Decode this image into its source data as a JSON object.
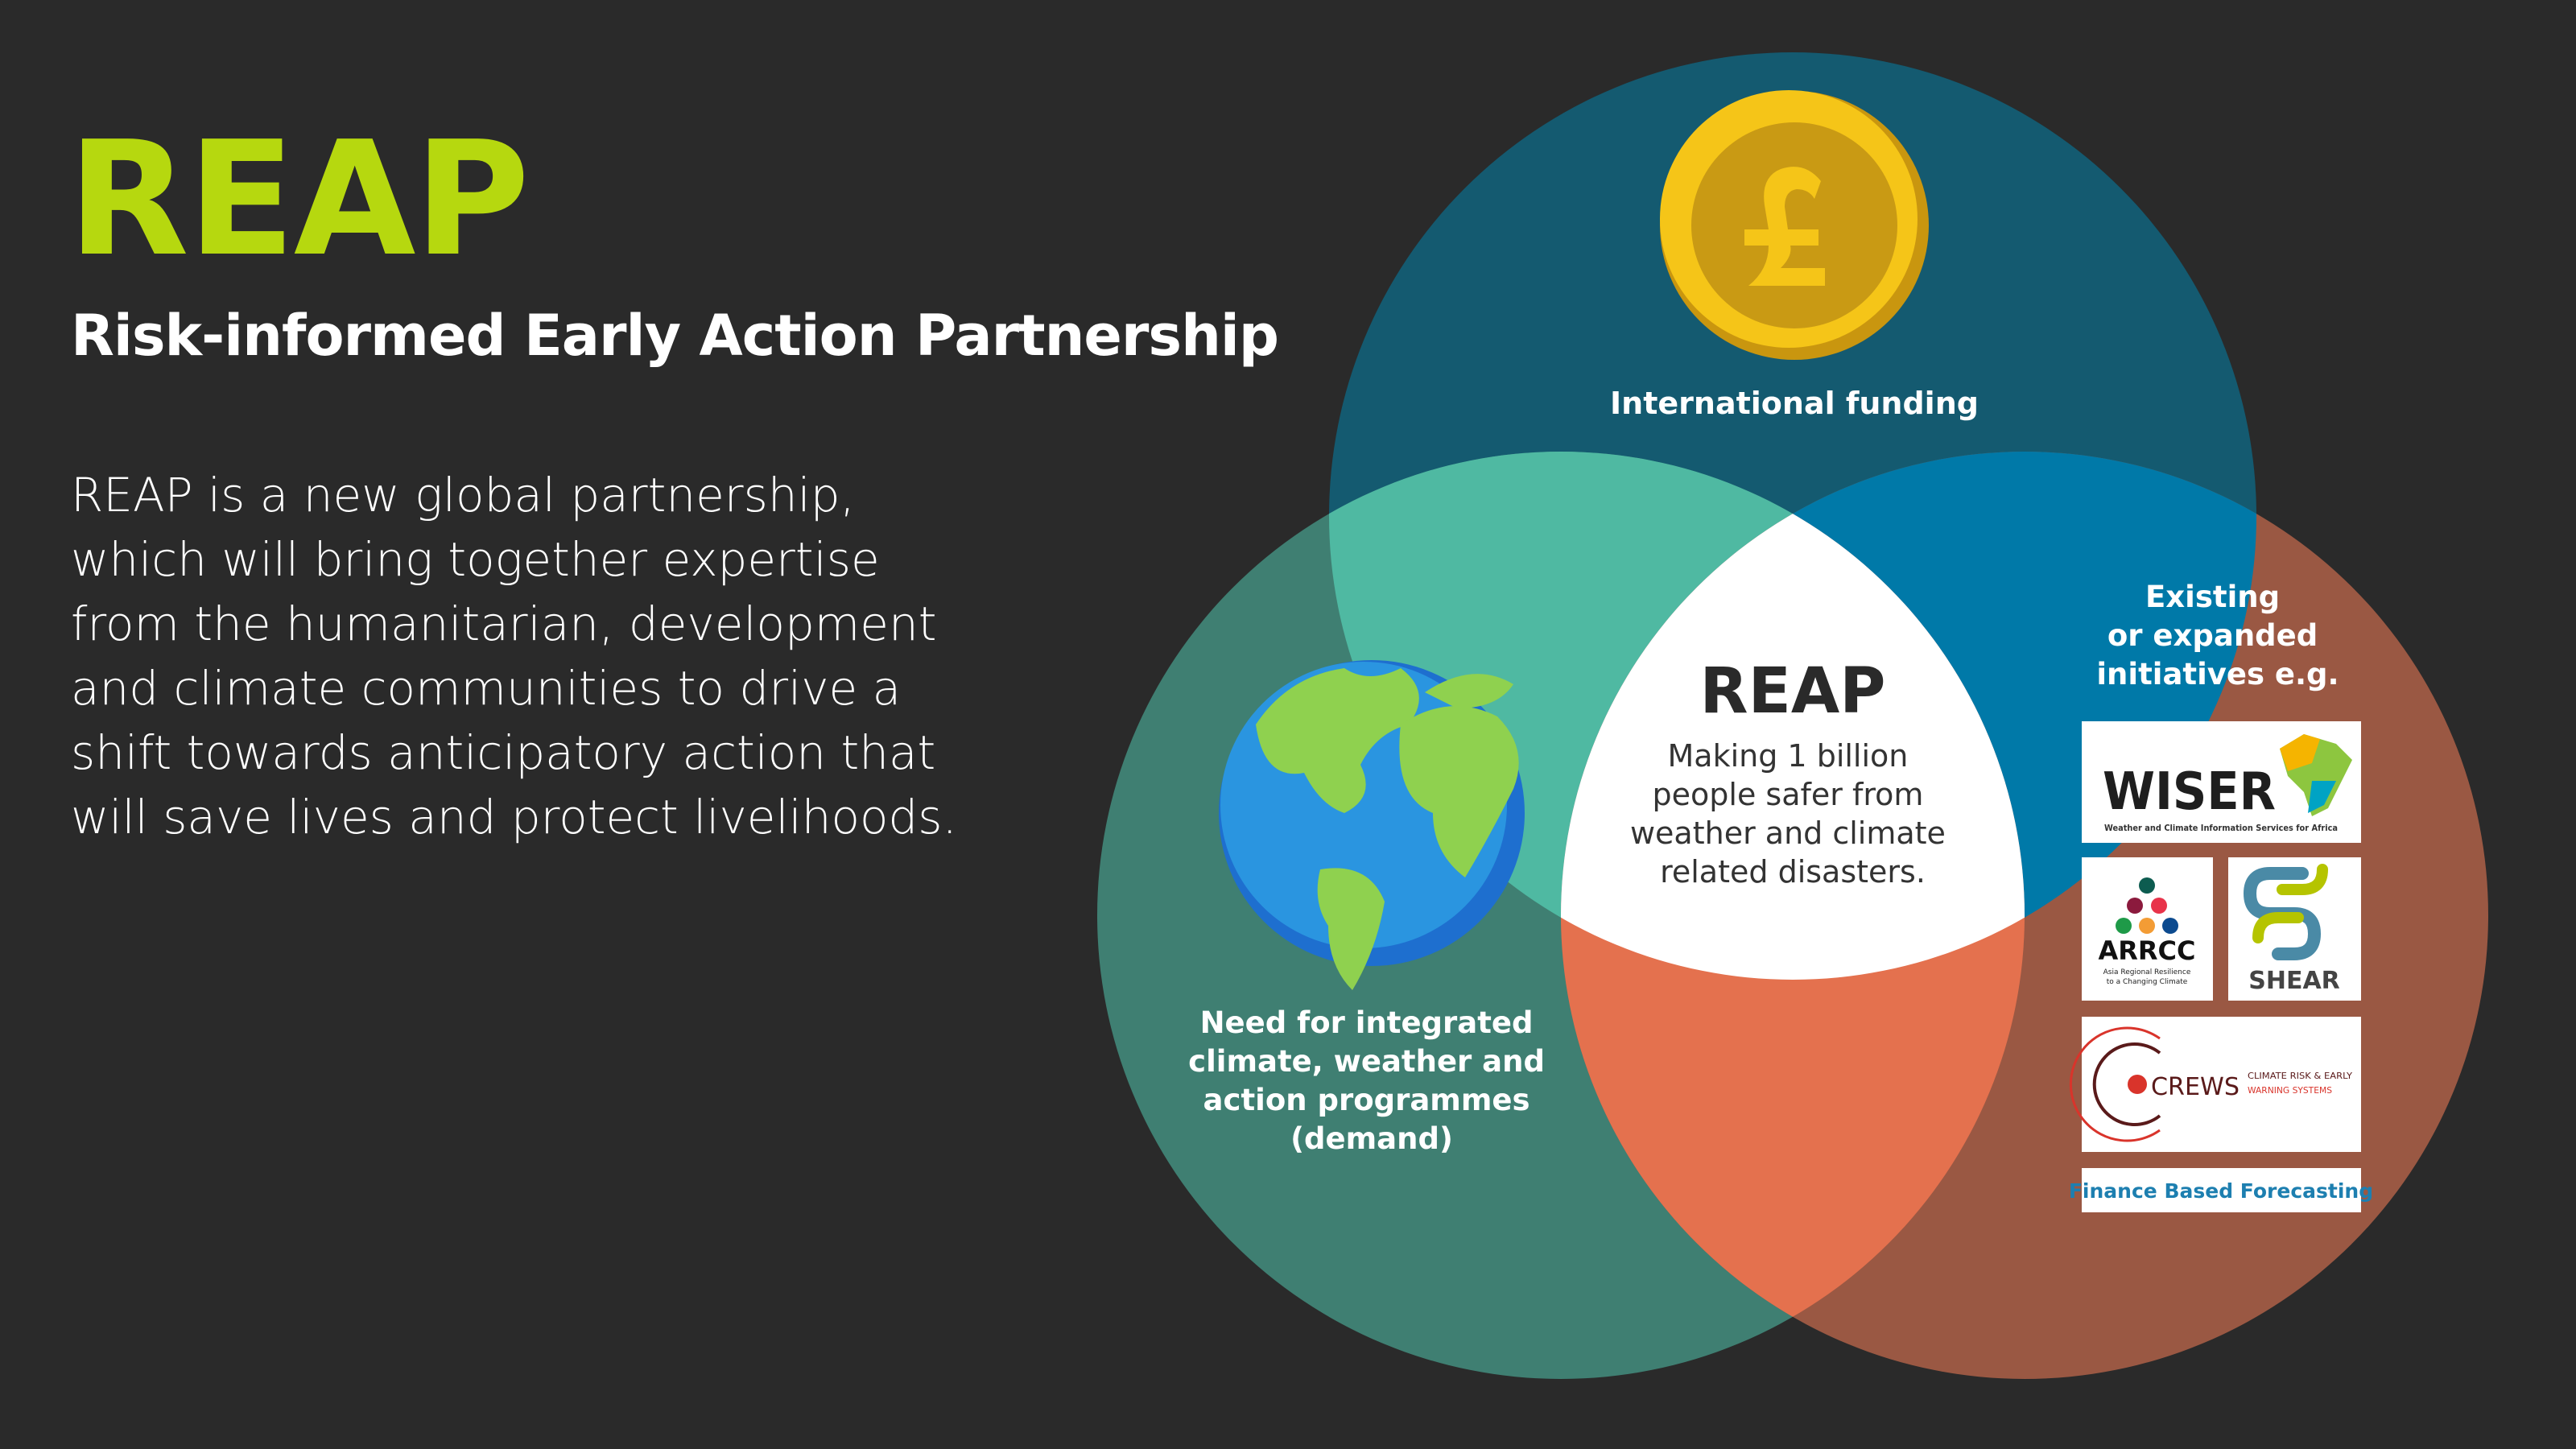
{
  "header": {
    "title": "REAP",
    "subtitle": "Risk-informed Early Action Partnership"
  },
  "intro": {
    "lines": [
      "REAP is a new global partnership,",
      "which will bring together expertise",
      "from the humanitarian, development",
      "and climate communities to drive a",
      "shift towards anticipatory action that",
      "will save lives and protect livelihoods."
    ]
  },
  "diagram": {
    "funding": {
      "label": "International funding",
      "icon": "pound-coin-icon"
    },
    "demand": {
      "lines": [
        "Need for integrated",
        "climate, weather and",
        "action programmes",
        "(demand)"
      ],
      "icon": "globe-icon"
    },
    "initiatives": {
      "lines": [
        "Existing",
        "or expanded",
        "initiatives e.g."
      ]
    },
    "center": {
      "title": "REAP",
      "lines": [
        "Making 1 billion",
        "people safer from",
        "weather and climate",
        "related disasters."
      ]
    },
    "logos": {
      "wiser": {
        "name": "WISER",
        "tagline": "Weather and Climate Information Services for Africa"
      },
      "arrcc": {
        "name": "ARRCC",
        "tagline1": "Asia Regional Resilience",
        "tagline2": "to a Changing Climate"
      },
      "shear": {
        "name": "SHEAR"
      },
      "crews": {
        "name": "CREWS",
        "tagline1": "CLIMATE RISK & EARLY",
        "tagline2": "WARNING SYSTEMS"
      },
      "fbf": {
        "name": "Finance Based Forecasting"
      }
    },
    "colors": {
      "background": "#2a2a2a",
      "accent": "#b6d80f",
      "funding": "#145a70",
      "demand": "#3f7f72",
      "initiatives": "#9a5843",
      "funding_demand": "#4fb9a2",
      "funding_initiatives": "#0079a8",
      "demand_initiatives": "#e4714e"
    }
  }
}
